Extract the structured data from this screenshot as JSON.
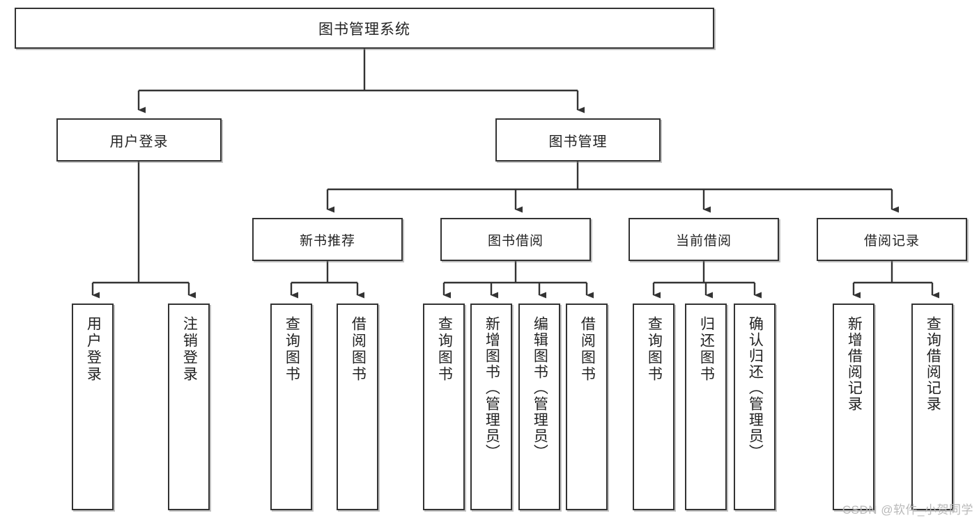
{
  "diagram": {
    "type": "tree",
    "title": "图书管理系统",
    "root": {
      "label": "图书管理系统"
    },
    "level2": [
      {
        "label": "用户登录"
      },
      {
        "label": "图书管理"
      }
    ],
    "level3": [
      {
        "label": "新书推荐"
      },
      {
        "label": "图书借阅"
      },
      {
        "label": "当前借阅"
      },
      {
        "label": "借阅记录"
      }
    ],
    "leaves": {
      "user_login": [
        {
          "label": "用户登录"
        },
        {
          "label": "注销登录"
        }
      ],
      "new_book_recommend": [
        {
          "label": "查询图书"
        },
        {
          "label": "借阅图书"
        }
      ],
      "book_borrow": [
        {
          "label": "查询图书"
        },
        {
          "label": "新增图书（管理员）"
        },
        {
          "label": "编辑图书（管理员）"
        },
        {
          "label": "借阅图书"
        }
      ],
      "current_borrow": [
        {
          "label": "查询图书"
        },
        {
          "label": "归还图书"
        },
        {
          "label": "确认归还（管理员）"
        }
      ],
      "borrow_record": [
        {
          "label": "新增借阅记录"
        },
        {
          "label": "查询借阅记录"
        }
      ]
    }
  },
  "watermark": {
    "text": "CSDN @软件_小贺同学"
  },
  "colors": {
    "border": "#333333",
    "background": "#ffffff",
    "text": "#222222",
    "watermark": "#b9b9b9"
  }
}
